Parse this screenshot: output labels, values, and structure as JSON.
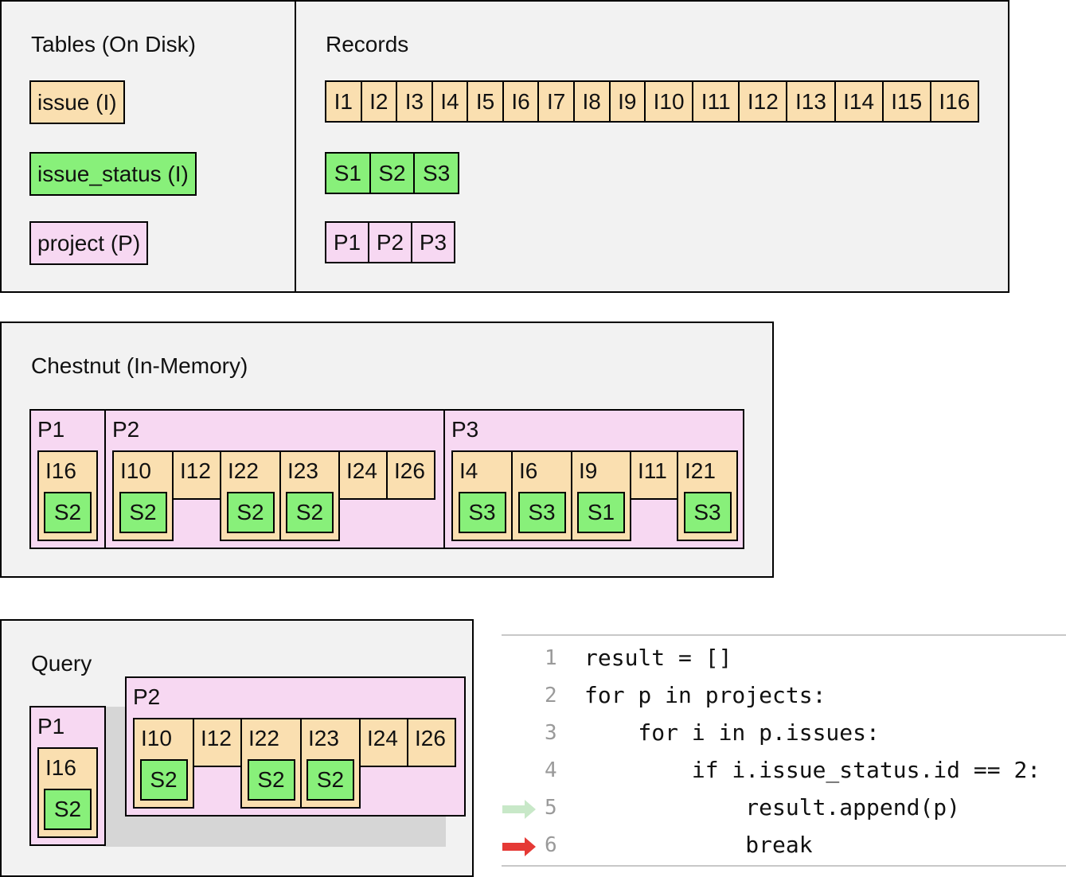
{
  "tables_panel": {
    "title": "Tables (On Disk)",
    "tables": [
      {
        "label": "issue (I)",
        "kind": "issue"
      },
      {
        "label": "issue_status (I)",
        "kind": "status"
      },
      {
        "label": "project (P)",
        "kind": "project"
      }
    ]
  },
  "records_panel": {
    "title": "Records",
    "issue_records": [
      "I1",
      "I2",
      "I3",
      "I4",
      "I5",
      "I6",
      "I7",
      "I8",
      "I9",
      "I10",
      "I11",
      "I12",
      "I13",
      "I14",
      "I15",
      "I16"
    ],
    "status_records": [
      "S1",
      "S2",
      "S3"
    ],
    "project_records": [
      "P1",
      "P2",
      "P3"
    ]
  },
  "chestnut_panel": {
    "title": "Chestnut (In-Memory)",
    "projects": [
      {
        "label": "P1",
        "issues": [
          {
            "label": "I16",
            "status": "S2"
          }
        ]
      },
      {
        "label": "P2",
        "issues": [
          {
            "label": "I10",
            "status": "S2"
          },
          {
            "label": "I12",
            "status": ""
          },
          {
            "label": "I22",
            "status": "S2"
          },
          {
            "label": "I23",
            "status": "S2"
          },
          {
            "label": "I24",
            "status": ""
          },
          {
            "label": "I26",
            "status": ""
          }
        ]
      },
      {
        "label": "P3",
        "issues": [
          {
            "label": "I4",
            "status": "S3"
          },
          {
            "label": "I6",
            "status": "S3"
          },
          {
            "label": "I9",
            "status": "S1"
          },
          {
            "label": "I11",
            "status": ""
          },
          {
            "label": "I21",
            "status": "S3"
          }
        ]
      }
    ]
  },
  "query_panel": {
    "title": "Query",
    "projects": [
      {
        "label": "P1",
        "issues": [
          {
            "label": "I16",
            "status": "S2"
          }
        ]
      },
      {
        "label": "P2",
        "issues": [
          {
            "label": "I10",
            "status": "S2"
          },
          {
            "label": "I12",
            "status": ""
          },
          {
            "label": "I22",
            "status": "S2"
          },
          {
            "label": "I23",
            "status": "S2"
          },
          {
            "label": "I24",
            "status": ""
          },
          {
            "label": "I26",
            "status": ""
          }
        ]
      }
    ]
  },
  "code": {
    "lines": [
      {
        "num": "1",
        "text": "result = []",
        "marker": ""
      },
      {
        "num": "2",
        "text": "for p in projects:",
        "marker": ""
      },
      {
        "num": "3",
        "text": "    for i in p.issues:",
        "marker": ""
      },
      {
        "num": "4",
        "text": "        if i.issue_status.id == 2:",
        "marker": ""
      },
      {
        "num": "5",
        "text": "            result.append(p)",
        "marker": "previous-step-arrow"
      },
      {
        "num": "6",
        "text": "            break",
        "marker": "current-step-arrow"
      }
    ],
    "colors": {
      "previous_arrow": "#c8e8c8",
      "current_arrow": "#e53935",
      "rule": "#c8c8c8"
    }
  },
  "colors": {
    "issue": "#fadfb0",
    "status": "#88f07a",
    "project": "#f7d8f2",
    "panel": "#f2f2f2",
    "shadow": "#d6d6d6"
  }
}
